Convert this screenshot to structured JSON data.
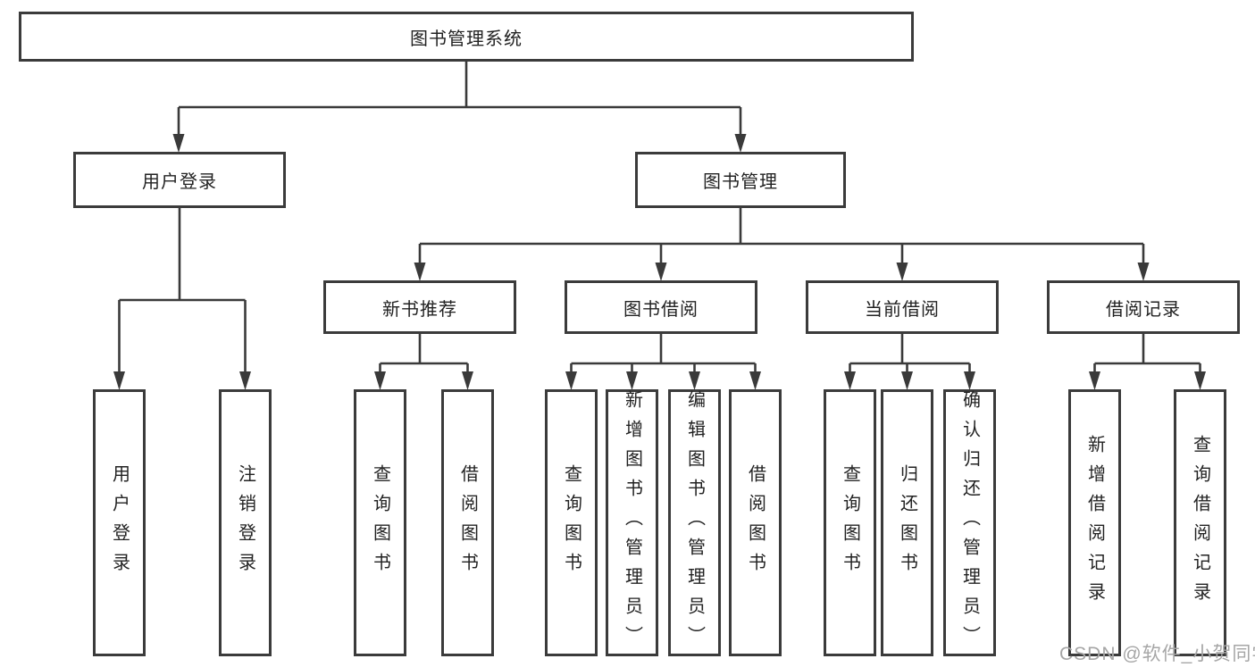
{
  "diagram_title": "图书管理系统",
  "nodes": {
    "root": "图书管理系统",
    "user_login": "用户登录",
    "book_mgmt": "图书管理",
    "new_book_rec": "新书推荐",
    "book_borrow": "图书借阅",
    "current_borrow": "当前借阅",
    "borrow_record": "借阅记录",
    "leaf_user_login": "用户登录",
    "leaf_logout": "注销登录",
    "leaf_query_book_1": "查询图书",
    "leaf_borrow_book_1": "借阅图书",
    "leaf_query_book_2": "查询图书",
    "leaf_add_book": "新增图书（管理员）",
    "leaf_edit_book": "编辑图书（管理员）",
    "leaf_borrow_book_2": "借阅图书",
    "leaf_query_book_3": "查询图书",
    "leaf_return_book": "归还图书",
    "leaf_confirm_return": "确认归还（管理员）",
    "leaf_add_record": "新增借阅记录",
    "leaf_query_record": "查询借阅记录"
  },
  "edges": [
    {
      "from": "root",
      "to": "user_login"
    },
    {
      "from": "root",
      "to": "book_mgmt"
    },
    {
      "from": "user_login",
      "to": "leaf_user_login"
    },
    {
      "from": "user_login",
      "to": "leaf_logout"
    },
    {
      "from": "book_mgmt",
      "to": "new_book_rec"
    },
    {
      "from": "book_mgmt",
      "to": "book_borrow"
    },
    {
      "from": "book_mgmt",
      "to": "current_borrow"
    },
    {
      "from": "book_mgmt",
      "to": "borrow_record"
    },
    {
      "from": "new_book_rec",
      "to": "leaf_query_book_1"
    },
    {
      "from": "new_book_rec",
      "to": "leaf_borrow_book_1"
    },
    {
      "from": "book_borrow",
      "to": "leaf_query_book_2"
    },
    {
      "from": "book_borrow",
      "to": "leaf_add_book"
    },
    {
      "from": "book_borrow",
      "to": "leaf_edit_book"
    },
    {
      "from": "book_borrow",
      "to": "leaf_borrow_book_2"
    },
    {
      "from": "current_borrow",
      "to": "leaf_query_book_3"
    },
    {
      "from": "current_borrow",
      "to": "leaf_return_book"
    },
    {
      "from": "current_borrow",
      "to": "leaf_confirm_return"
    },
    {
      "from": "borrow_record",
      "to": "leaf_add_record"
    },
    {
      "from": "borrow_record",
      "to": "leaf_query_record"
    }
  ],
  "watermark": {
    "text": "CSDN @软件_小贺同学"
  },
  "colors": {
    "line": "#3a3a3a",
    "box_border": "#3b3b3b",
    "box_fill": "#ffffff",
    "text": "#222222",
    "watermark": "#a6a6a6",
    "background": "#ffffff"
  }
}
